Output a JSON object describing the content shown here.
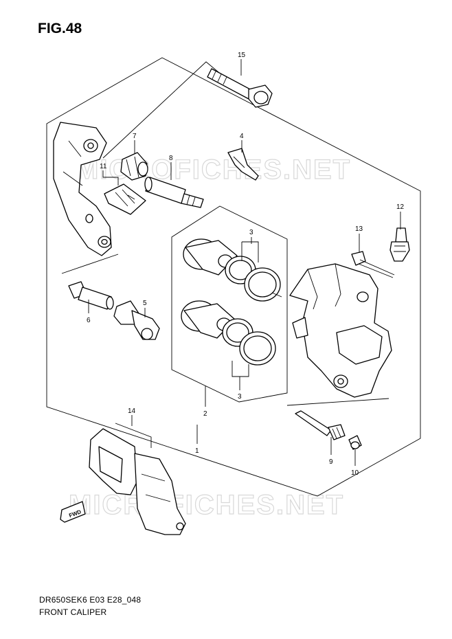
{
  "figure": {
    "title": "FIG.48",
    "code": "DR650SEK6 E03 E28_048",
    "name": "FRONT CALIPER"
  },
  "watermark": "MICROFICHES.NET",
  "fwd_label": "FWD",
  "callouts": [
    {
      "id": "c15",
      "label": "15"
    },
    {
      "id": "c7",
      "label": "7"
    },
    {
      "id": "c4",
      "label": "4"
    },
    {
      "id": "c11",
      "label": "11"
    },
    {
      "id": "c8",
      "label": "8"
    },
    {
      "id": "c12",
      "label": "12"
    },
    {
      "id": "c3a",
      "label": "3"
    },
    {
      "id": "c13",
      "label": "13"
    },
    {
      "id": "c5",
      "label": "5"
    },
    {
      "id": "c6",
      "label": "6"
    },
    {
      "id": "c3b",
      "label": "3"
    },
    {
      "id": "c2",
      "label": "2"
    },
    {
      "id": "c14",
      "label": "14"
    },
    {
      "id": "c1",
      "label": "1"
    },
    {
      "id": "c9",
      "label": "9"
    },
    {
      "id": "c10",
      "label": "10"
    }
  ]
}
